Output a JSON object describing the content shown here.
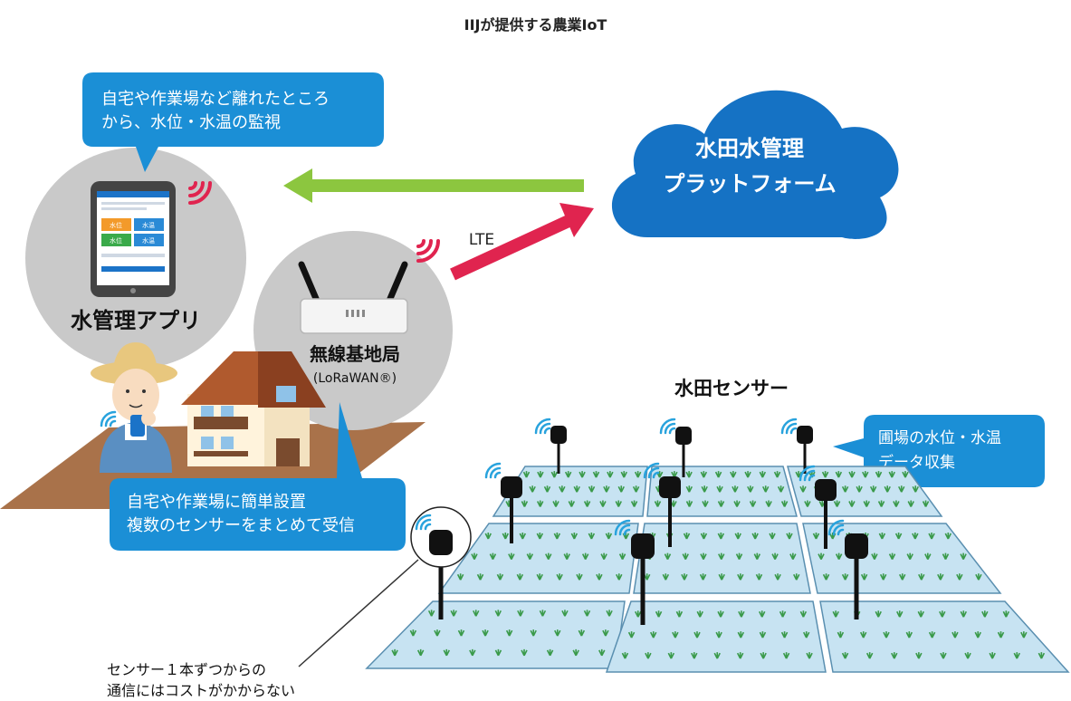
{
  "page": {
    "title": "IIJが提供する農業IoT"
  },
  "cloud": {
    "line1": "水田水管理",
    "line2": "プラットフォーム"
  },
  "links": {
    "lte_label": "LTE"
  },
  "callouts": {
    "app_bubble": {
      "line1": "自宅や作業場など離れたところ",
      "line2": "から、水位・水温の監視"
    },
    "gateway_bubble": {
      "line1": "自宅や作業場に簡単設置",
      "line2": "複数のセンサーをまとめて受信"
    },
    "field_bubble": {
      "line1": "圃場の水位・水温",
      "line2": "データ収集"
    }
  },
  "app": {
    "label": "水管理アプリ",
    "screen_tiles": [
      "水位",
      "水温",
      "水位",
      "水温"
    ]
  },
  "gateway": {
    "label": "無線基地局",
    "sublabel": "(LoRaWAN®)"
  },
  "field": {
    "label": "水田センサー"
  },
  "note": {
    "line1": "センサー１本ずつからの",
    "line2": "通信にはコストがかからない"
  },
  "colors": {
    "bubble_blue": "#1b8fd6",
    "cloud_blue": "#1572c4",
    "green_arrow": "#8cc63f",
    "red_arrow": "#e0244f",
    "wave_red": "#e0244f",
    "wave_blue": "#29a3dd",
    "circle_gray": "#c9c9c9",
    "ground_brown": "#a9724a",
    "paddy_fill": "#c7e3f2",
    "plant_green": "#3a9a4a"
  }
}
